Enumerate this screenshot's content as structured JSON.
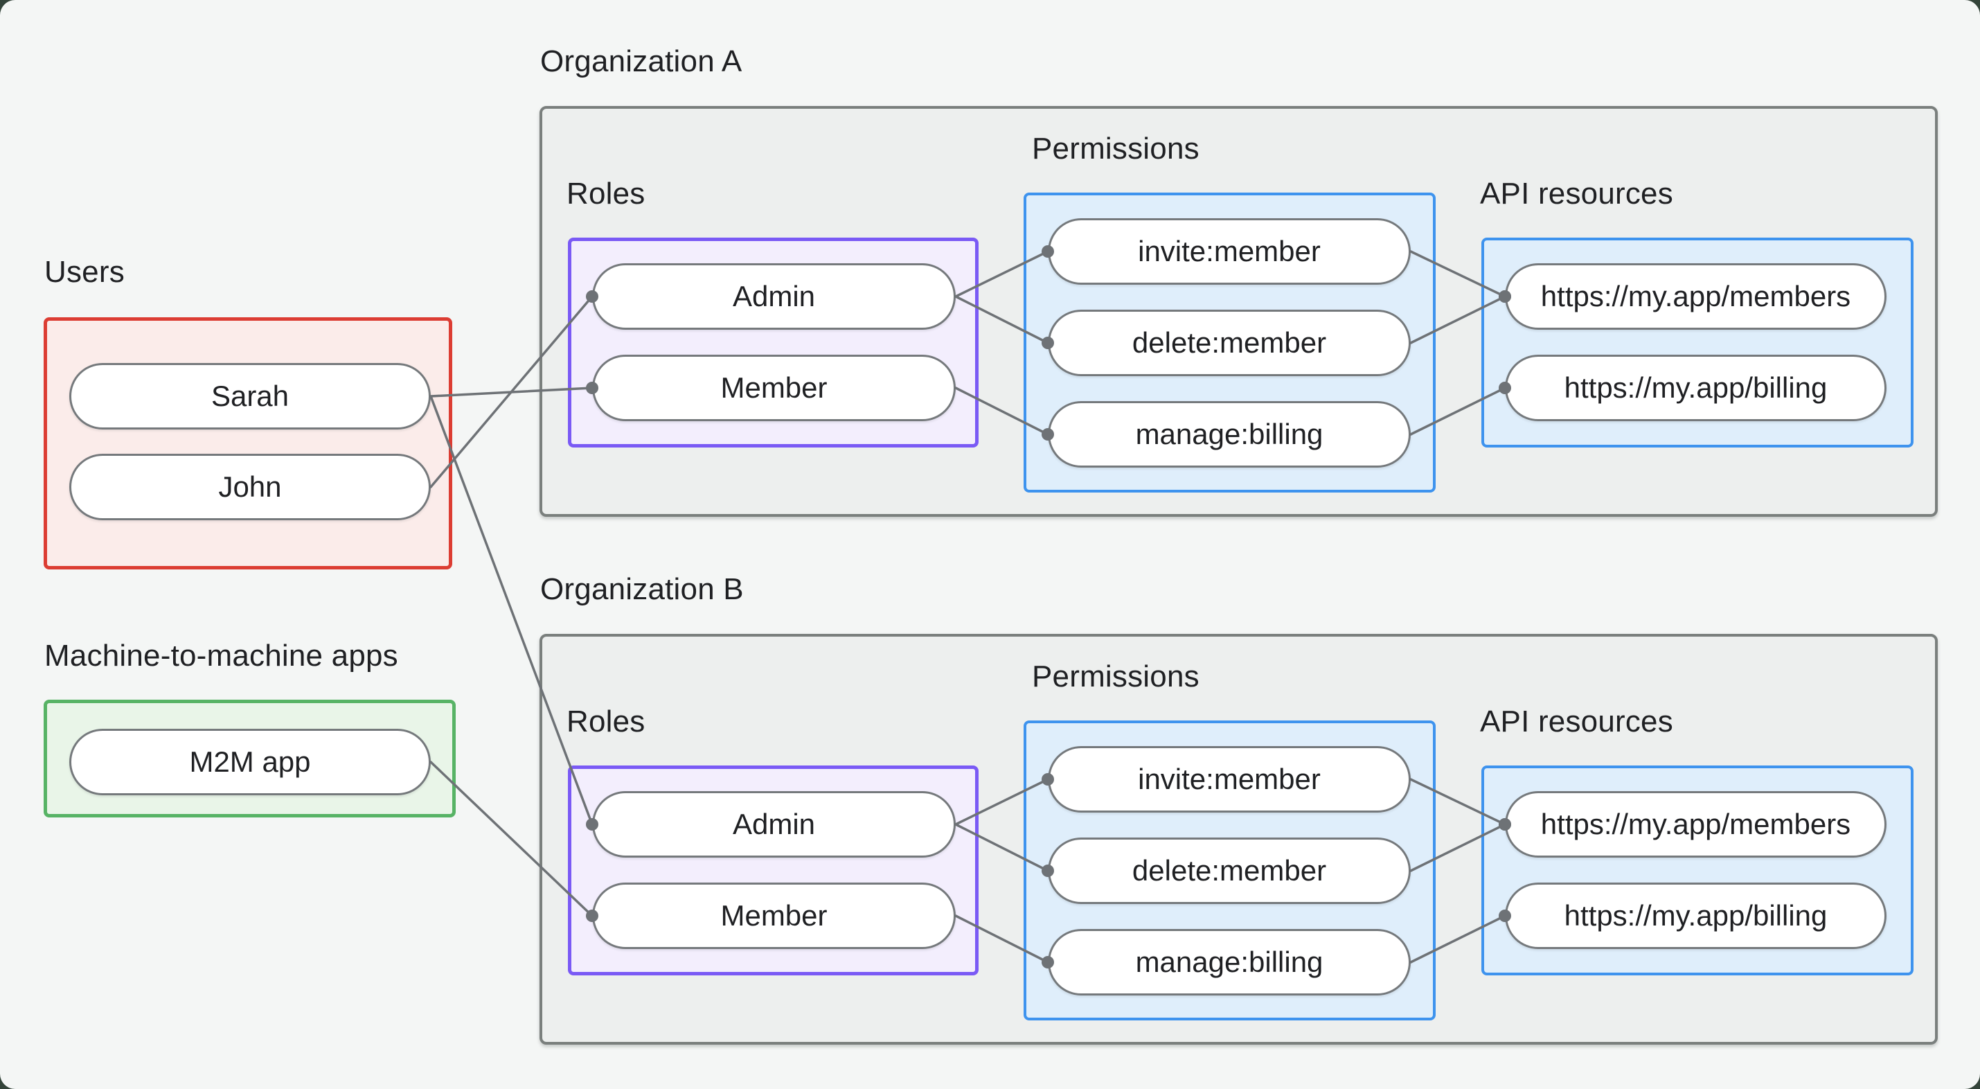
{
  "page_title": "Organization RBAC diagram",
  "colors": {
    "frame_background": "#34443A",
    "page_background": "#F4F6F5",
    "org_box_fill": "#EDEFEE",
    "org_box_border": "#7A7F7D",
    "users_box_fill": "#FBECEA",
    "users_box_border": "#DC3D33",
    "m2m_box_fill": "#E9F5E8",
    "m2m_box_border": "#57B365",
    "roles_box_fill": "#F3EEFD",
    "roles_box_border": "#7A5AF5",
    "blue_box_fill": "#DFEEFB",
    "blue_box_border": "#3E93EE",
    "pill_fill": "#FFFFFF",
    "pill_border": "#75797C",
    "edge_line": "#6E7276",
    "edge_dot": "#6E7276",
    "text": "#1F2023"
  },
  "users": {
    "title": "Users",
    "items": {
      "sarah": "Sarah",
      "john": "John"
    }
  },
  "m2m": {
    "title": "Machine-to-machine apps",
    "items": {
      "app": "M2M app"
    }
  },
  "org_a": {
    "title": "Organization A",
    "roles_label": "Roles",
    "permissions_label": "Permissions",
    "api_label": "API resources",
    "roles": {
      "admin": "Admin",
      "member": "Member"
    },
    "permissions": {
      "invite": "invite:member",
      "delete": "delete:member",
      "manage": "manage:billing"
    },
    "resources": {
      "members": "https://my.app/members",
      "billing": "https://my.app/billing"
    }
  },
  "org_b": {
    "title": "Organization B",
    "roles_label": "Roles",
    "permissions_label": "Permissions",
    "api_label": "API resources",
    "roles": {
      "admin": "Admin",
      "member": "Member"
    },
    "permissions": {
      "invite": "invite:member",
      "delete": "delete:member",
      "manage": "manage:billing"
    },
    "resources": {
      "members": "https://my.app/members",
      "billing": "https://my.app/billing"
    }
  },
  "edges": [
    [
      "sarah",
      "a_member"
    ],
    [
      "john",
      "a_admin"
    ],
    [
      "sarah",
      "b_admin"
    ],
    [
      "m2m_app",
      "b_member"
    ],
    [
      "a_admin",
      "a_invite"
    ],
    [
      "a_admin",
      "a_delete"
    ],
    [
      "a_member",
      "a_manage"
    ],
    [
      "a_invite",
      "a_members"
    ],
    [
      "a_delete",
      "a_members"
    ],
    [
      "a_manage",
      "a_billing"
    ],
    [
      "b_admin",
      "b_invite"
    ],
    [
      "b_admin",
      "b_delete"
    ],
    [
      "b_member",
      "b_manage"
    ],
    [
      "b_invite",
      "b_members"
    ],
    [
      "b_delete",
      "b_members"
    ],
    [
      "b_manage",
      "b_billing"
    ]
  ],
  "edge_style": {
    "stroke_width": 3.5,
    "dot_radius": 9
  }
}
